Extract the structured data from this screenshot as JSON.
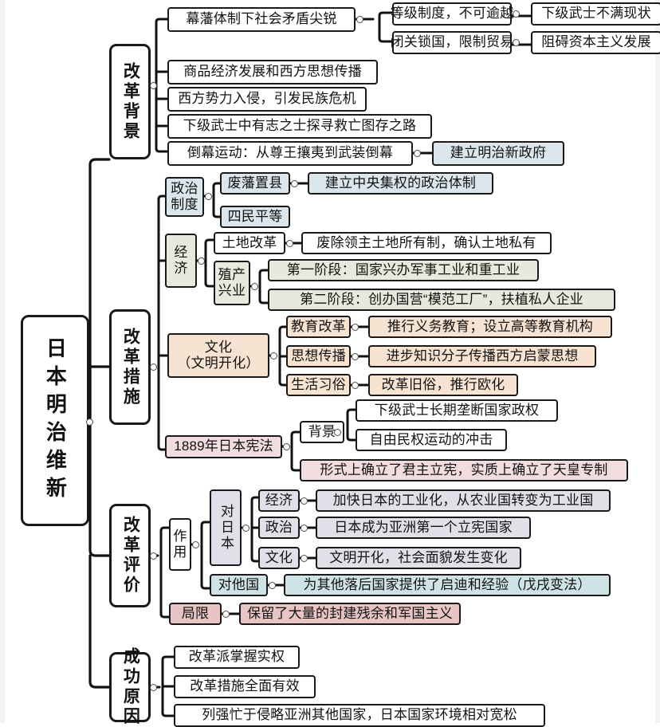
{
  "diagram": {
    "title": "日本明治维新",
    "type": "mindmap",
    "root": {
      "label": "日本明治维新"
    },
    "colors": {
      "white": "#ffffff",
      "blue_gray": "#dbe5ec",
      "cream": "#e8e9dc",
      "peach": "#f7e3d2",
      "pink": "#f1dcdf",
      "lavender": "#e2dfe8",
      "teal": "#cfe2e6",
      "rose": "#e8c4c4",
      "outline": "#1a1a1a"
    },
    "branches": [
      {
        "label": "改革背景",
        "children": [
          {
            "label": "幕藩体制下社会矛盾尖锐",
            "children": [
              {
                "label": "等级制度，不可逾越",
                "children": [
                  {
                    "label": "下级武士不满现状"
                  }
                ]
              },
              {
                "label": "闭关锁国，限制贸易",
                "children": [
                  {
                    "label": "阻碍资本主义发展"
                  }
                ]
              }
            ]
          },
          {
            "label": "商品经济发展和西方思想传播"
          },
          {
            "label": "西方势力入侵，引发民族危机"
          },
          {
            "label": "下级武士中有志之士探寻救亡图存之路"
          },
          {
            "label": "倒幕运动：从尊王攘夷到武装倒幕",
            "children": [
              {
                "label": "建立明治新政府"
              }
            ]
          }
        ]
      },
      {
        "label": "改革措施",
        "children": [
          {
            "label": "政治制度",
            "line1": "政治",
            "line2": "制度",
            "children": [
              {
                "label": "废藩置县",
                "children": [
                  {
                    "label": "建立中央集权的政治体制"
                  }
                ]
              },
              {
                "label": "四民平等"
              }
            ]
          },
          {
            "label": "经济",
            "line1": "经",
            "line2": "济",
            "children": [
              {
                "label": "土地改革",
                "children": [
                  {
                    "label": "废除领主土地所有制，确认土地私有"
                  }
                ]
              },
              {
                "label": "殖产兴业",
                "line1": "殖产",
                "line2": "兴业",
                "children": [
                  {
                    "label": "第一阶段：国家兴办军事工业和重工业"
                  },
                  {
                    "label": "第二阶段：创办国营“模范工厂”，扶植私人企业"
                  }
                ]
              }
            ]
          },
          {
            "label": "文化（文明开化）",
            "line1": "文化",
            "line2": "（文明开化）",
            "children": [
              {
                "label": "教育改革",
                "children": [
                  {
                    "label": "推行义务教育；设立高等教育机构"
                  }
                ]
              },
              {
                "label": "思想传播",
                "children": [
                  {
                    "label": "进步知识分子传播西方启蒙思想"
                  }
                ]
              },
              {
                "label": "生活习俗",
                "children": [
                  {
                    "label": "改革旧俗，推行欧化"
                  }
                ]
              }
            ]
          },
          {
            "label": "1889年日本宪法",
            "children": [
              {
                "label": "背景",
                "children": [
                  {
                    "label": "下级武士长期垄断国家政权"
                  },
                  {
                    "label": "自由民权运动的冲击"
                  }
                ]
              },
              {
                "label": "形式上确立了君主立宪，实质上确立了天皇专制"
              }
            ]
          }
        ]
      },
      {
        "label": "改革评价",
        "children": [
          {
            "label": "作用",
            "line1": "作",
            "line2": "用",
            "children": [
              {
                "label": "对日本",
                "children": [
                  {
                    "label": "经济",
                    "children": [
                      {
                        "label": "加快日本的工业化，从农业国转变为工业国"
                      }
                    ]
                  },
                  {
                    "label": "政治",
                    "children": [
                      {
                        "label": "日本成为亚洲第一个立宪国家"
                      }
                    ]
                  },
                  {
                    "label": "文化",
                    "children": [
                      {
                        "label": "文明开化，社会面貌发生变化"
                      }
                    ]
                  }
                ]
              },
              {
                "label": "对他国",
                "children": [
                  {
                    "label": "为其他落后国家提供了启迪和经验（戊戌变法）"
                  }
                ]
              }
            ]
          },
          {
            "label": "局限",
            "children": [
              {
                "label": "保留了大量的封建残余和军国主义"
              }
            ]
          }
        ]
      },
      {
        "label": "成功原因",
        "children": [
          {
            "label": "改革派掌握实权"
          },
          {
            "label": "改革措施全面有效"
          },
          {
            "label": "列强忙于侵略亚洲其他国家，日本国家环境相对宽松"
          }
        ]
      }
    ]
  }
}
